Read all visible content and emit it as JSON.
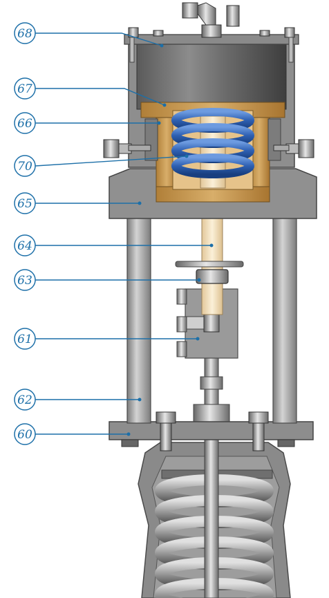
{
  "colors": {
    "callout": "#1c6fa8",
    "housing": "#8f8f8f",
    "housing_dark": "#6e6e6e",
    "brass": "#c69a55",
    "spring_blue": "#2c62b4",
    "stem": "#f2dcb6",
    "dark": "#3a3a3a"
  },
  "callouts": [
    {
      "label": "68",
      "part": "cover"
    },
    {
      "label": "67",
      "part": "piston"
    },
    {
      "label": "66",
      "part": "cylinder"
    },
    {
      "label": "70",
      "part": "spring"
    },
    {
      "label": "65",
      "part": "yoke-top"
    },
    {
      "label": "64",
      "part": "stem"
    },
    {
      "label": "63",
      "part": "coupling-nut"
    },
    {
      "label": "61",
      "part": "positioner-block"
    },
    {
      "label": "62",
      "part": "column"
    },
    {
      "label": "60",
      "part": "base-plate"
    }
  ]
}
